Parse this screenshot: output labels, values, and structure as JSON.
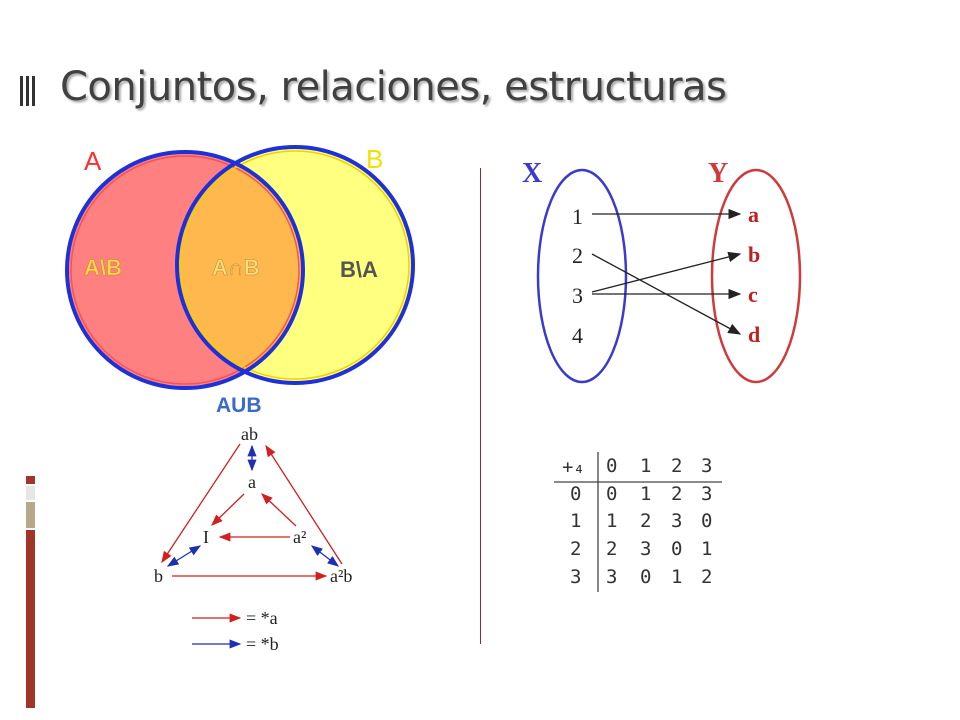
{
  "slide": {
    "title": "Conjuntos, relaciones, estructuras"
  },
  "venn": {
    "set_a": "A",
    "set_b": "B",
    "a_minus_b": "A\\B",
    "intersection": "A∩B",
    "b_minus_a": "B\\A",
    "union": "AUB",
    "colors": {
      "a_fill": "#ff8080",
      "b_fill": "#ffff80",
      "overlap_fill": "#ffb84d",
      "outline": "#1e30d8"
    }
  },
  "mapping": {
    "domain_label": "X",
    "codomain_label": "Y",
    "domain": [
      "1",
      "2",
      "3",
      "4"
    ],
    "codomain": [
      "a",
      "b",
      "c",
      "d"
    ],
    "colors": {
      "domain": "#3a3acc",
      "codomain": "#d03a3a"
    }
  },
  "cayley": {
    "nodes": {
      "ab": "ab",
      "a": "a",
      "I": "I",
      "a2": "a²",
      "b": "b",
      "a2b": "a²b"
    },
    "legend": {
      "red": "= *a",
      "blue": "= *b"
    }
  },
  "table": {
    "operator": "+₄",
    "header": [
      "0",
      "1",
      "2",
      "3"
    ],
    "rows": [
      {
        "label": "0",
        "cells": [
          "0",
          "1",
          "2",
          "3"
        ]
      },
      {
        "label": "1",
        "cells": [
          "1",
          "2",
          "3",
          "0"
        ]
      },
      {
        "label": "2",
        "cells": [
          "2",
          "3",
          "0",
          "1"
        ]
      },
      {
        "label": "3",
        "cells": [
          "3",
          "0",
          "1",
          "2"
        ]
      }
    ]
  }
}
